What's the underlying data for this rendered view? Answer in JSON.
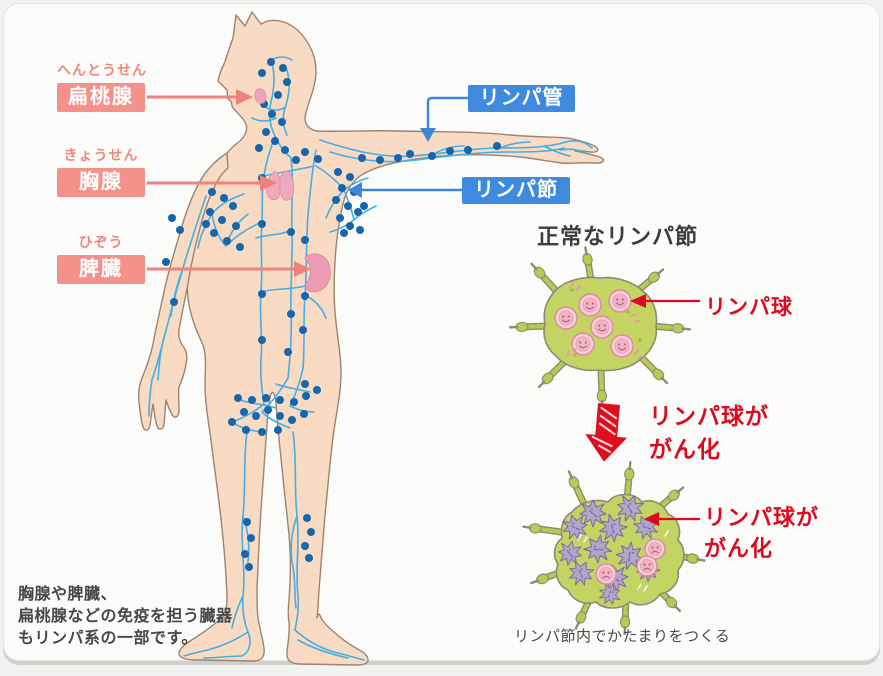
{
  "colors": {
    "label_pink": "#f4918a",
    "label_blue": "#3d8ade",
    "accent_red": "#dc0a1e",
    "skin": "#f8dbc2",
    "vessel_blue": "#45aee4",
    "node_dot_blue": "#1566ac",
    "node_green": "#c3d463",
    "cancer_purple": "#b3a4ca"
  },
  "organ_labels": [
    {
      "furigana": "へんとうせん",
      "name": "扁桃腺"
    },
    {
      "furigana": "きょうせん",
      "name": "胸腺"
    },
    {
      "furigana": "ひぞう",
      "name": "脾臓"
    }
  ],
  "system_labels": {
    "vessel": "リンパ管",
    "node": "リンパ節"
  },
  "normal_node": {
    "title": "正常なリンパ節",
    "cell_label": "リンパ球"
  },
  "transition_label": {
    "line1": "リンパ球が",
    "line2": "がん化"
  },
  "cancer_node": {
    "label_line1": "リンパ球が",
    "label_line2": "がん化",
    "caption": "リンパ節内でかたまりをつくる"
  },
  "footnote": {
    "lines": [
      "胸腺や脾臓、",
      "扁桃腺などの免疫を担う臓器",
      "もリンパ系の一部です。"
    ]
  }
}
